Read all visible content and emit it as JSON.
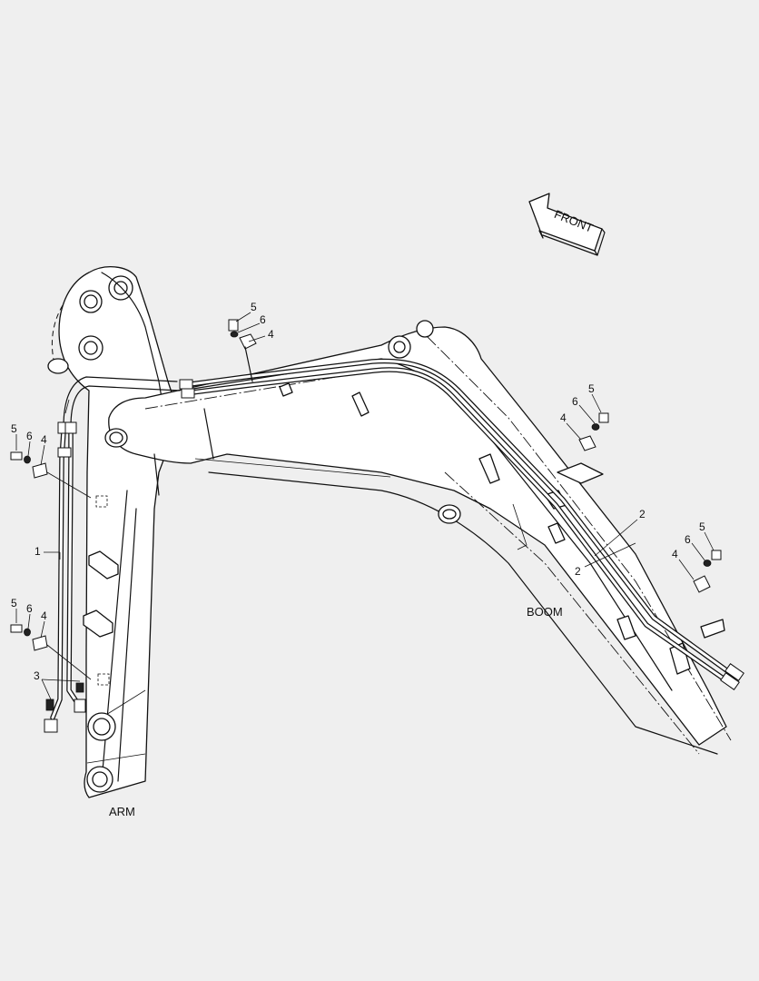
{
  "labels": {
    "front": "FRONT",
    "arm": "ARM",
    "boom": "BOOM"
  },
  "callouts": {
    "arm_top": {
      "bolt": "5",
      "washer": "6",
      "clamp": "4"
    },
    "arm_hose": "1",
    "arm_bottom": {
      "bolt": "5",
      "washer": "6",
      "clamp": "4"
    },
    "arm_fitting": "3",
    "boom_top": {
      "bolt": "5",
      "washer": "6",
      "clamp": "4"
    },
    "boom_mid": {
      "bolt": "5",
      "washer": "6",
      "clamp": "4"
    },
    "boom_hose_a": "2",
    "boom_hose_b": "2",
    "boom_lower": {
      "bolt": "5",
      "washer": "6",
      "clamp": "4"
    }
  }
}
